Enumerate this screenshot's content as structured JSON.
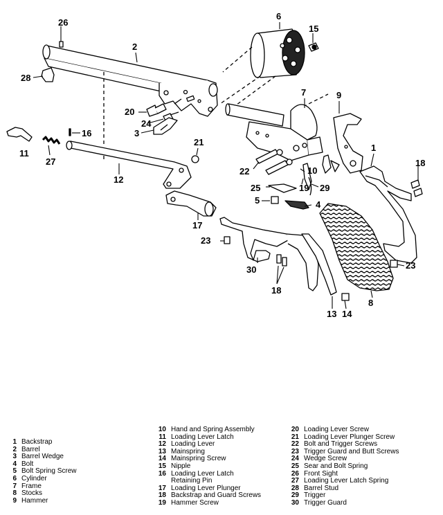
{
  "diagram": {
    "callouts": [
      "26",
      "2",
      "6",
      "15",
      "28",
      "7",
      "9",
      "20",
      "24",
      "3",
      "16",
      "21",
      "1",
      "11",
      "27",
      "22",
      "10",
      "18",
      "12",
      "25",
      "19",
      "29",
      "5",
      "4",
      "17",
      "23",
      "30",
      "23",
      "18",
      "13",
      "14",
      "8"
    ]
  },
  "legend": {
    "col1": [
      {
        "num": "1",
        "label": "Backstrap"
      },
      {
        "num": "2",
        "label": "Barrel"
      },
      {
        "num": "3",
        "label": "Barrel Wedge"
      },
      {
        "num": "4",
        "label": "Bolt"
      },
      {
        "num": "5",
        "label": "Bolt Spring Screw"
      },
      {
        "num": "6",
        "label": "Cylinder"
      },
      {
        "num": "7",
        "label": "Frame"
      },
      {
        "num": "8",
        "label": "Stocks"
      },
      {
        "num": "9",
        "label": "Hammer"
      }
    ],
    "col2": [
      {
        "num": "10",
        "label": "Hand and Spring Assembly"
      },
      {
        "num": "11",
        "label": "Loading Lever Latch"
      },
      {
        "num": "12",
        "label": "Loading Lever"
      },
      {
        "num": "13",
        "label": "Mainspring"
      },
      {
        "num": "14",
        "label": "Mainspring Screw"
      },
      {
        "num": "15",
        "label": "Nipple"
      },
      {
        "num": "16",
        "label": "Loading Lever Latch",
        "cont": "Retaining Pin"
      },
      {
        "num": "17",
        "label": "Loading Lever Plunger"
      },
      {
        "num": "18",
        "label": "Backstrap and Guard Screws"
      },
      {
        "num": "19",
        "label": "Hammer Screw"
      }
    ],
    "col3": [
      {
        "num": "20",
        "label": "Loading Lever Screw"
      },
      {
        "num": "21",
        "label": "Loading Lever Plunger Screw"
      },
      {
        "num": "22",
        "label": "Bolt and Trigger Screws"
      },
      {
        "num": "23",
        "label": "Trigger Guard and Butt Screws"
      },
      {
        "num": "24",
        "label": "Wedge Screw"
      },
      {
        "num": "25",
        "label": "Sear and Bolt Spring"
      },
      {
        "num": "26",
        "label": "Front Sight"
      },
      {
        "num": "27",
        "label": "Loading Lever Latch Spring"
      },
      {
        "num": "28",
        "label": "Barrel Stud"
      },
      {
        "num": "29",
        "label": "Trigger"
      },
      {
        "num": "30",
        "label": "Trigger Guard"
      }
    ]
  }
}
